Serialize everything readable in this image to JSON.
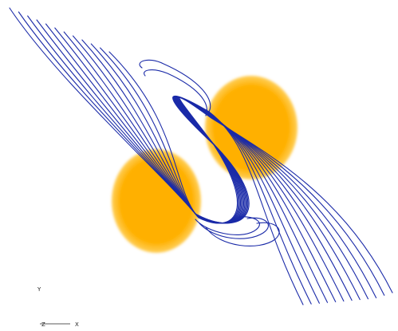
{
  "axes": {
    "y_label": "Y",
    "z_label": "Z",
    "x_label": "X"
  },
  "colors": {
    "background": "#ffffff",
    "field_line": "#1a2aa8",
    "sphere_core": "#ffb000",
    "sphere_edge": "#ffc63a",
    "axis": "#222222"
  },
  "scene": {
    "objects": [
      "orange-sphere-left",
      "orange-sphere-right",
      "blue-magnetic-field-lines"
    ],
    "field_line_count": 12
  }
}
